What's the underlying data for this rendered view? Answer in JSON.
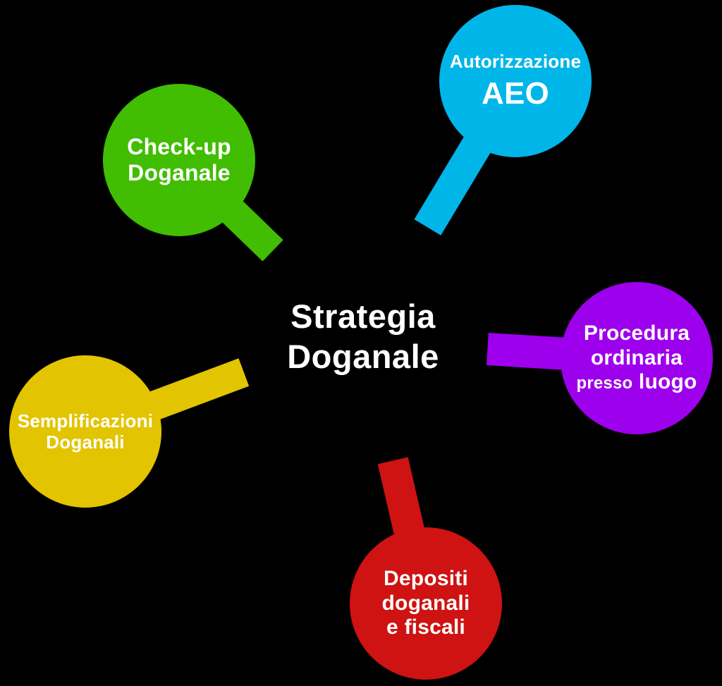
{
  "background_color": "#000000",
  "text_color": "#ffffff",
  "center": {
    "line1": "Strategia",
    "line2": "Doganale"
  },
  "nodes": [
    {
      "id": "check-up-doganale",
      "color": "#41BD02",
      "line1": "Check-up",
      "line2": "Doganale"
    },
    {
      "id": "autorizzazione-aeo",
      "color": "#00B6E8",
      "line1": "Autorizzazione",
      "line2": "AEO"
    },
    {
      "id": "procedura-ordinaria-presso-luogo",
      "color": "#9D00EC",
      "line1": "Procedura",
      "line2": "ordinaria",
      "line3_small": "presso",
      "line3_big": "luogo"
    },
    {
      "id": "semplificazioni-doganali",
      "color": "#E3C400",
      "line1": "Semplificazioni",
      "line2": "Doganali"
    },
    {
      "id": "depositi-doganali-e-fiscali",
      "color": "#CE1312",
      "line1": "Depositi",
      "line2": "doganali",
      "line3": "e fiscali"
    }
  ]
}
